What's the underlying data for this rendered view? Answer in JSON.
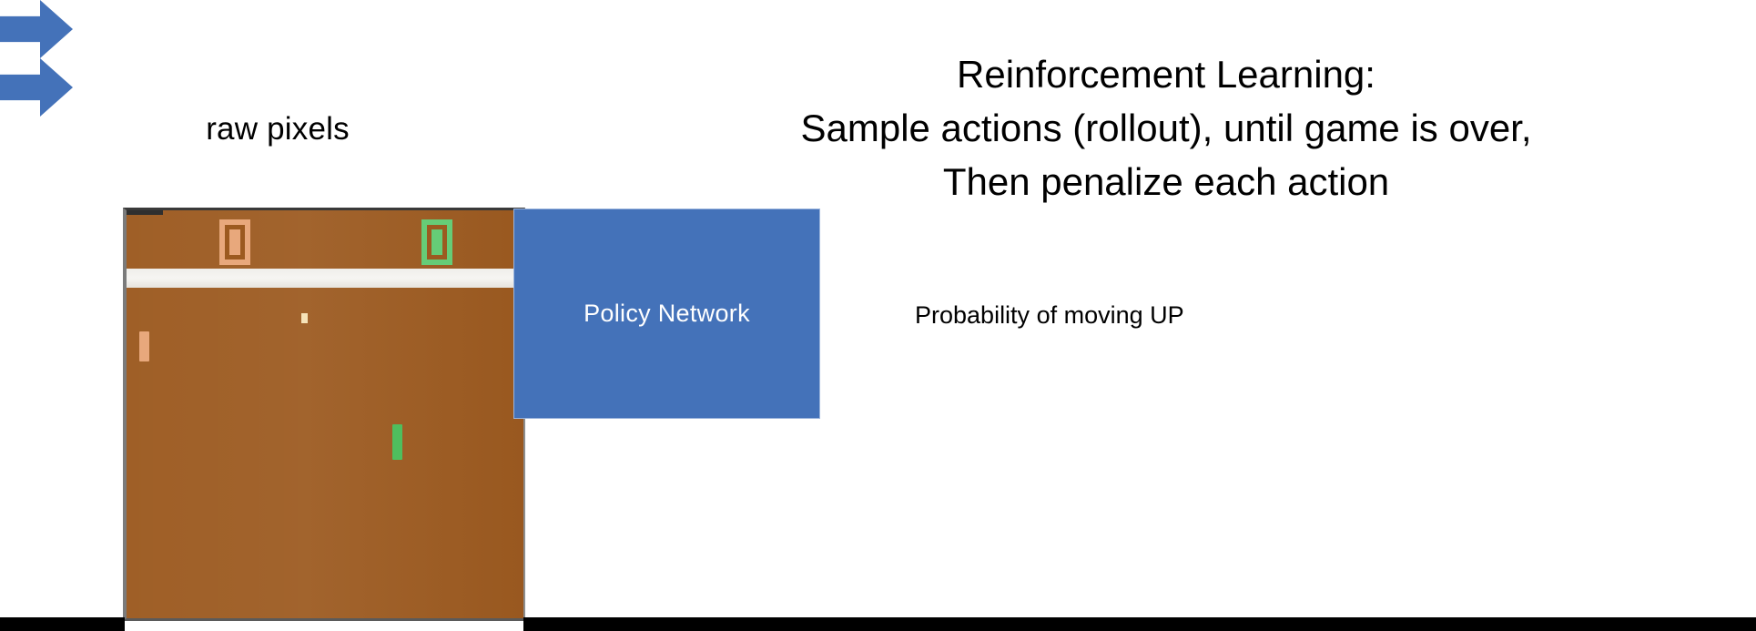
{
  "slide": {
    "background_color": "#ffffff",
    "title_lines": [
      "Reinforcement Learning:",
      "Sample actions (rollout), until game is over,",
      "Then penalize each action"
    ],
    "input_label": "raw pixels",
    "output_label": "Probability of moving UP"
  },
  "policy_network": {
    "label": "Policy Network",
    "fill_color": "#4472b9",
    "text_color": "#ffffff"
  },
  "arrows": {
    "input_arrow_name": "right-arrow",
    "output_arrow_name": "right-arrow",
    "color": "#4472b9"
  },
  "pong": {
    "field_color": "#9c5a20",
    "score_band_color": "#efeeea",
    "score_left": "0",
    "score_right": "0",
    "score_left_box_color": "#e8a87c",
    "score_right_box_color": "#66cc77",
    "paddle_left_color": "#e8a87c",
    "paddle_right_color": "#4fbe5e",
    "ball_color": "#f6e3b8",
    "border_color": "#7b7b7b"
  },
  "bottom_bars": {
    "color": "#000000"
  }
}
